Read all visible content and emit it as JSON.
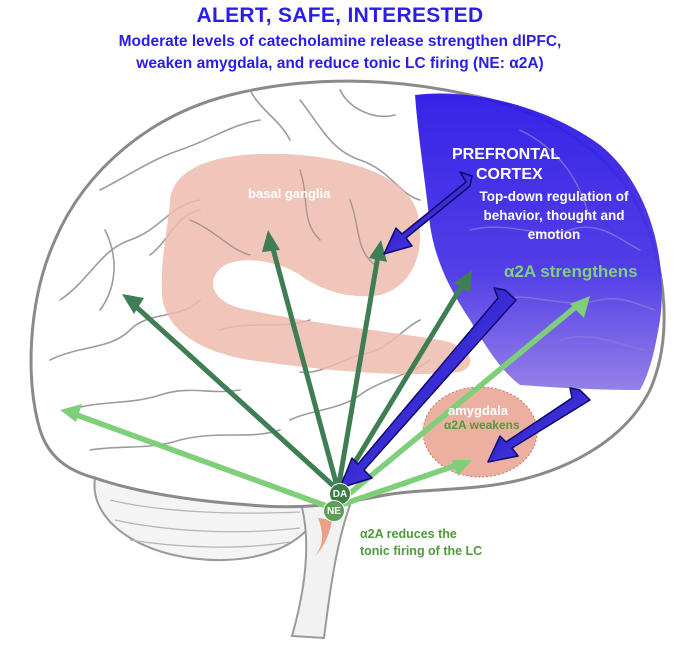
{
  "title": "ALERT, SAFE, INTERESTED",
  "subtitle_line1": "Moderate levels of catecholamine release strengthen dlPFC,",
  "subtitle_line2": "weaken amygdala, and reduce tonic LC firing (NE: α2A)",
  "pfc_label_line1": "PREFRONTAL",
  "pfc_label_line2": "CORTEX",
  "pfc_description": "Top-down regulation of behavior, thought and emotion",
  "pfc_receptor_note": "α2A strengthens",
  "basal_ganglia_label": "basal ganglia",
  "amygdala_label": "amygdala",
  "amygdala_receptor_note": "α2A weakens",
  "lc_note_line1": "α2A reduces the",
  "lc_note_line2": "tonic firing of the LC",
  "da_node": "DA",
  "ne_node": "NE",
  "colors": {
    "title_blue": "#2a1ee6",
    "pfc_blue": "#3a26e8",
    "dark_green_arrow": "#3f7d55",
    "light_green_arrow": "#7fcf7a",
    "basal_ganglia_fill": "#eebcae",
    "amygdala_fill": "#eaa896"
  }
}
